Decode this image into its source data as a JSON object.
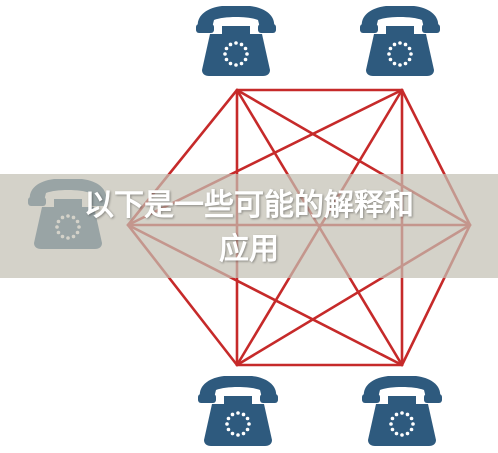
{
  "caption": {
    "line1": "以下是一些可能的解释和",
    "line2": "应用"
  },
  "colors": {
    "phone": "#2e5a7e",
    "phone_dark": "#234a6b",
    "phone_dial": "#ffffff",
    "edges": "#c62a2a",
    "banner": "#c4c0b4",
    "caption_text": "#ffffff",
    "background": "#ffffff"
  },
  "icons": {
    "node": "telephone-icon"
  },
  "diagram": {
    "node_count": 6,
    "topology": "complete-graph"
  }
}
